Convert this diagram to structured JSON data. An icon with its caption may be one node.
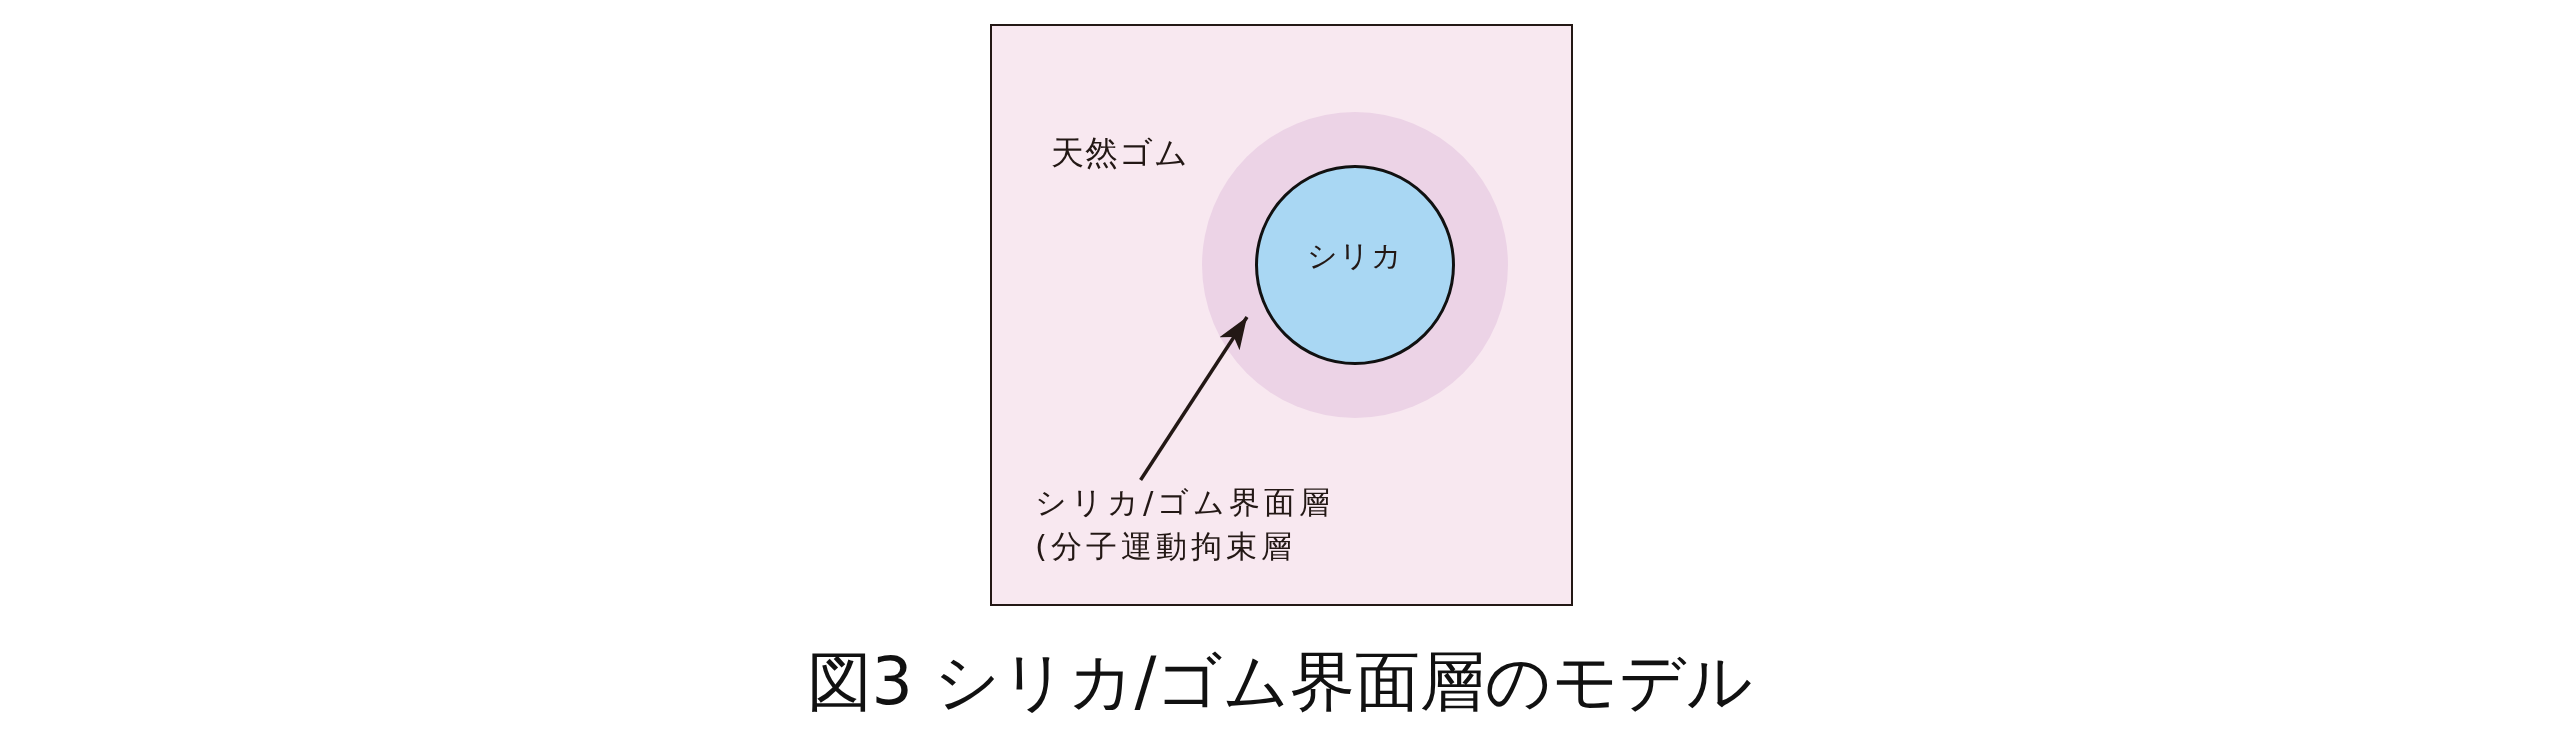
{
  "diagram": {
    "caption": "図3 シリカ/ゴム界面層のモデル",
    "nodes": [
      {
        "text": [
          "天然ゴム"
        ]
      },
      {
        "text": [],
        "shape": "circle",
        "in": 0
      },
      {
        "text": [
          "シリカ"
        ],
        "in": 1
      },
      {
        "text": [
          "シリカ/ゴム界面層 (分子運動拘束層"
        ],
        "in": 0
      }
    ],
    "edges": [
      {
        "from": 3,
        "to": 1,
        "arrow": "to"
      }
    ]
  }
}
